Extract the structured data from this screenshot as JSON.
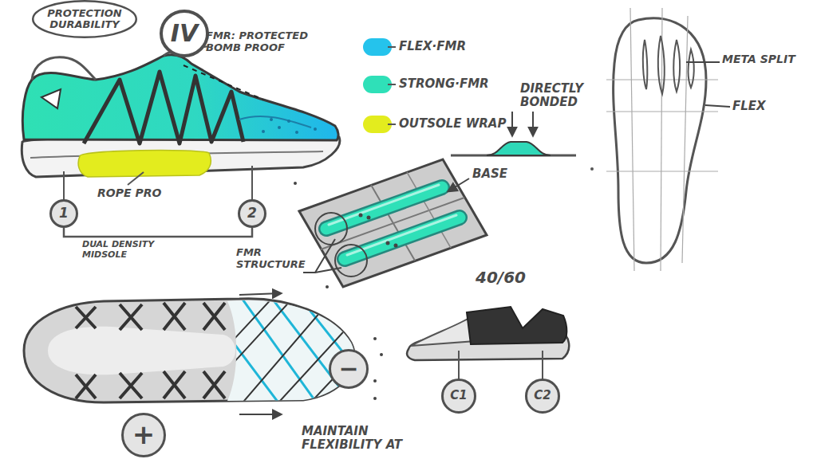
{
  "diagram": {
    "nodes": [
      {
        "text": [
          "PROTECTION DURABILITY"
        ]
      },
      {
        "text": [
          "IV"
        ]
      },
      {
        "text": [
          "1"
        ]
      },
      {
        "text": [
          "2"
        ]
      },
      {
        "text": [
          "−"
        ]
      },
      {
        "text": [
          "C1"
        ]
      },
      {
        "text": [
          "C2"
        ]
      },
      {
        "text": [
          "+"
        ]
      }
    ],
    "edges": [
      {
        "from": 2,
        "to": 3,
        "arrow": "none",
        "label": "DUAL DENSITY MIDSOLE"
      }
    ],
    "labels": [
      "FMR: PROTECTED BOMB PROOF",
      "ROPE PRO",
      "DIRECTLY BONDED",
      "BASE",
      "FMR STRUCTURE",
      "META SPLIT",
      "FLEX",
      "40/60",
      "MAINTAIN FLEXIBILITY AT"
    ],
    "legend": [
      {
        "text": "FLEX·FMR",
        "color": "#25c3ec"
      },
      {
        "text": "STRONG·FMR",
        "color": "#2fe0b8"
      },
      {
        "text": "OUTSOLE WRAP",
        "color": "#e3ec1e"
      }
    ]
  }
}
